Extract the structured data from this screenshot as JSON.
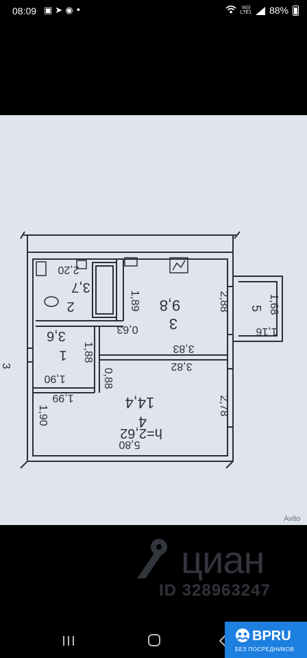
{
  "status_bar": {
    "time": "08:09",
    "notification_icons": [
      "image-icon",
      "telegram-icon",
      "chat-icon",
      "dot-icon"
    ],
    "volte_line1": "Vo))",
    "volte_line2": "LTE1",
    "battery_percent": "88%",
    "battery_level": 0.88
  },
  "floor_plan": {
    "ceiling_height": "h=2,62",
    "rooms": [
      {
        "number": "1",
        "area": "3,6"
      },
      {
        "number": "2",
        "area": "3,7"
      },
      {
        "number": "3",
        "area": "9,8"
      },
      {
        "number": "4",
        "area": "14,4"
      },
      {
        "number": "5",
        "area": "1,16"
      }
    ],
    "dimensions": [
      "2,20",
      "1,89",
      "0,63",
      "2,88",
      "1,68",
      "3,83",
      "3,82",
      "1,88",
      "0,88",
      "1,90",
      "1,99",
      "2,78",
      "1,90",
      "5,80"
    ],
    "edge_marker": "3",
    "source_watermark": "Avito"
  },
  "watermark": {
    "brand": "циан",
    "listing_id": "ID 328963247"
  },
  "nav_bar": {
    "buttons": [
      "recent-apps-icon",
      "home-icon",
      "back-icon"
    ]
  },
  "bpru_badge": {
    "name": "BPRU",
    "tagline": "БЕЗ ПОСРЕДНИКОВ",
    "accent": "#1d7fe0"
  }
}
